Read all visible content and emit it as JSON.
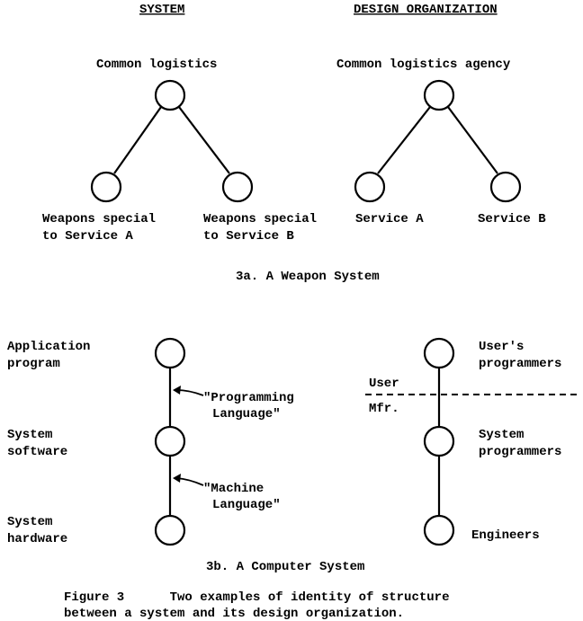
{
  "headers": {
    "system": "SYSTEM",
    "design_organization": "DESIGN ORGANIZATION"
  },
  "fig3a": {
    "system_root": "Common logistics",
    "system_left": [
      "Weapons special",
      "to Service A"
    ],
    "system_right": [
      "Weapons special",
      "to Service B"
    ],
    "org_root": "Common logistics agency",
    "org_left": "Service A",
    "org_right": "Service B",
    "caption": "3a.  A Weapon System"
  },
  "fig3b": {
    "sys_top": [
      "Application",
      "program"
    ],
    "sys_mid": [
      "System",
      "software"
    ],
    "sys_bot": [
      "System",
      "hardware"
    ],
    "interface_upper": [
      "\"Programming",
      "Language\""
    ],
    "interface_lower": [
      "\"Machine",
      "Language\""
    ],
    "org_top": [
      "User's",
      "programmers"
    ],
    "org_mid": [
      "System",
      "programmers"
    ],
    "org_bot": "Engineers",
    "divider_upper": "User",
    "divider_lower": "Mfr.",
    "caption": "3b.  A Computer System"
  },
  "figure_caption": {
    "line1": "Figure 3      Two examples of identity of structure",
    "line2": "between a system and its design organization."
  }
}
